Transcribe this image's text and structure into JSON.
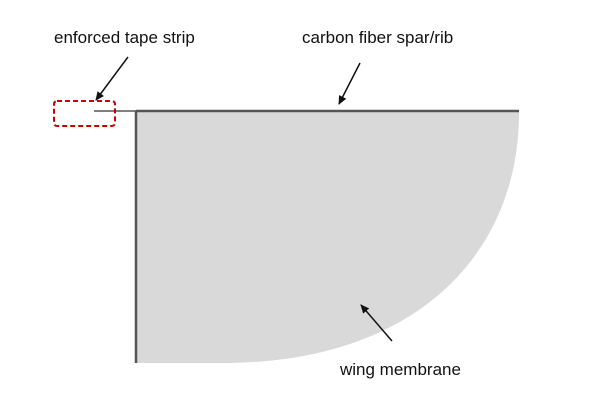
{
  "labels": {
    "tape_strip": "enforced tape strip",
    "spar": "carbon fiber spar/rib",
    "membrane": "wing membrane"
  },
  "colors": {
    "background": "#ffffff",
    "membrane_fill": "#d9d9d9",
    "spar_stroke": "#555555",
    "highlight_dash": "#cc0000",
    "text": "#111111",
    "arrow": "#111111"
  }
}
